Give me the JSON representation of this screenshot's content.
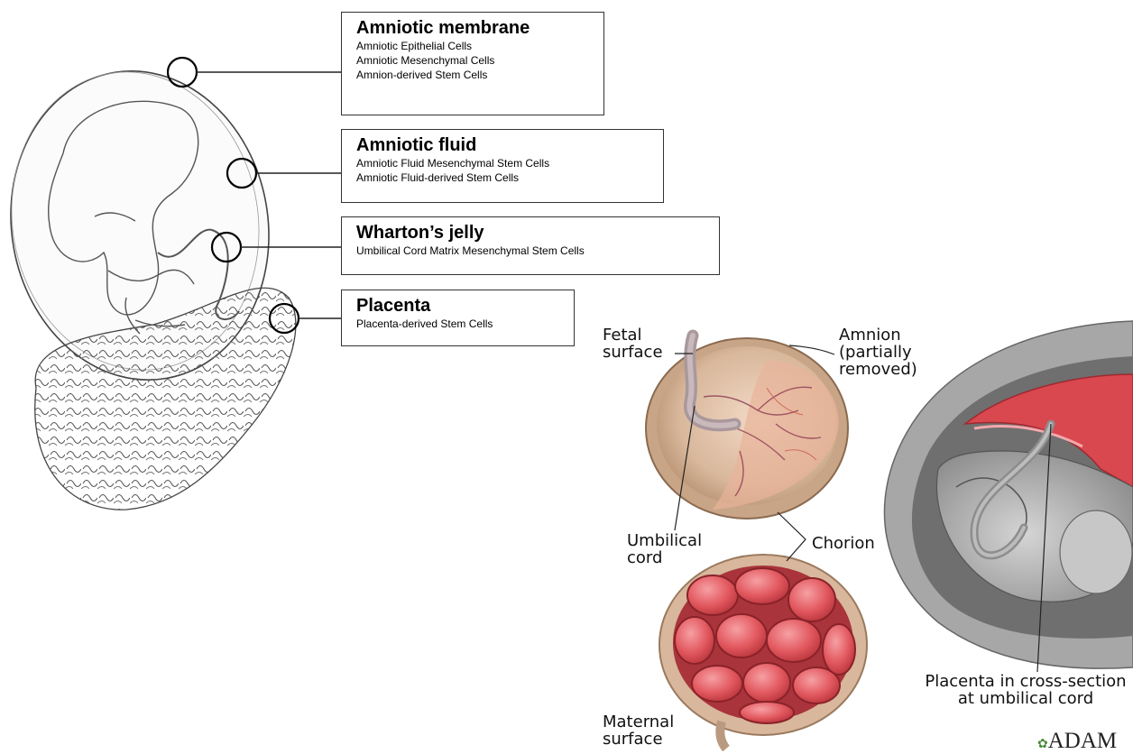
{
  "boxes": [
    {
      "title": "Amniotic membrane",
      "lines": [
        "Amniotic Epithelial Cells",
        "Amniotic Mesenchymal Cells",
        "Amnion-derived Stem Cells"
      ]
    },
    {
      "title": "Amniotic fluid",
      "lines": [
        "Amniotic Fluid Mesenchymal Stem Cells",
        "Amniotic Fluid-derived Stem Cells"
      ]
    },
    {
      "title": "Wharton’s jelly",
      "lines": [
        "Umbilical Cord Matrix Mesenchymal Stem Cells"
      ]
    },
    {
      "title": "Placenta",
      "lines": [
        "Placenta-derived Stem Cells"
      ]
    }
  ],
  "anatomy_labels": {
    "fetal_surface": [
      "Fetal",
      "surface"
    ],
    "amnion": [
      "Amnion",
      "(partially",
      "removed)"
    ],
    "umbilical_cord": [
      "Umbilical",
      "cord"
    ],
    "chorion": "Chorion",
    "placenta_cross_section": [
      "Placenta in cross-section",
      "at umbilical cord"
    ],
    "maternal_surface": [
      "Maternal",
      "surface"
    ]
  },
  "logo_text": "ADAM"
}
